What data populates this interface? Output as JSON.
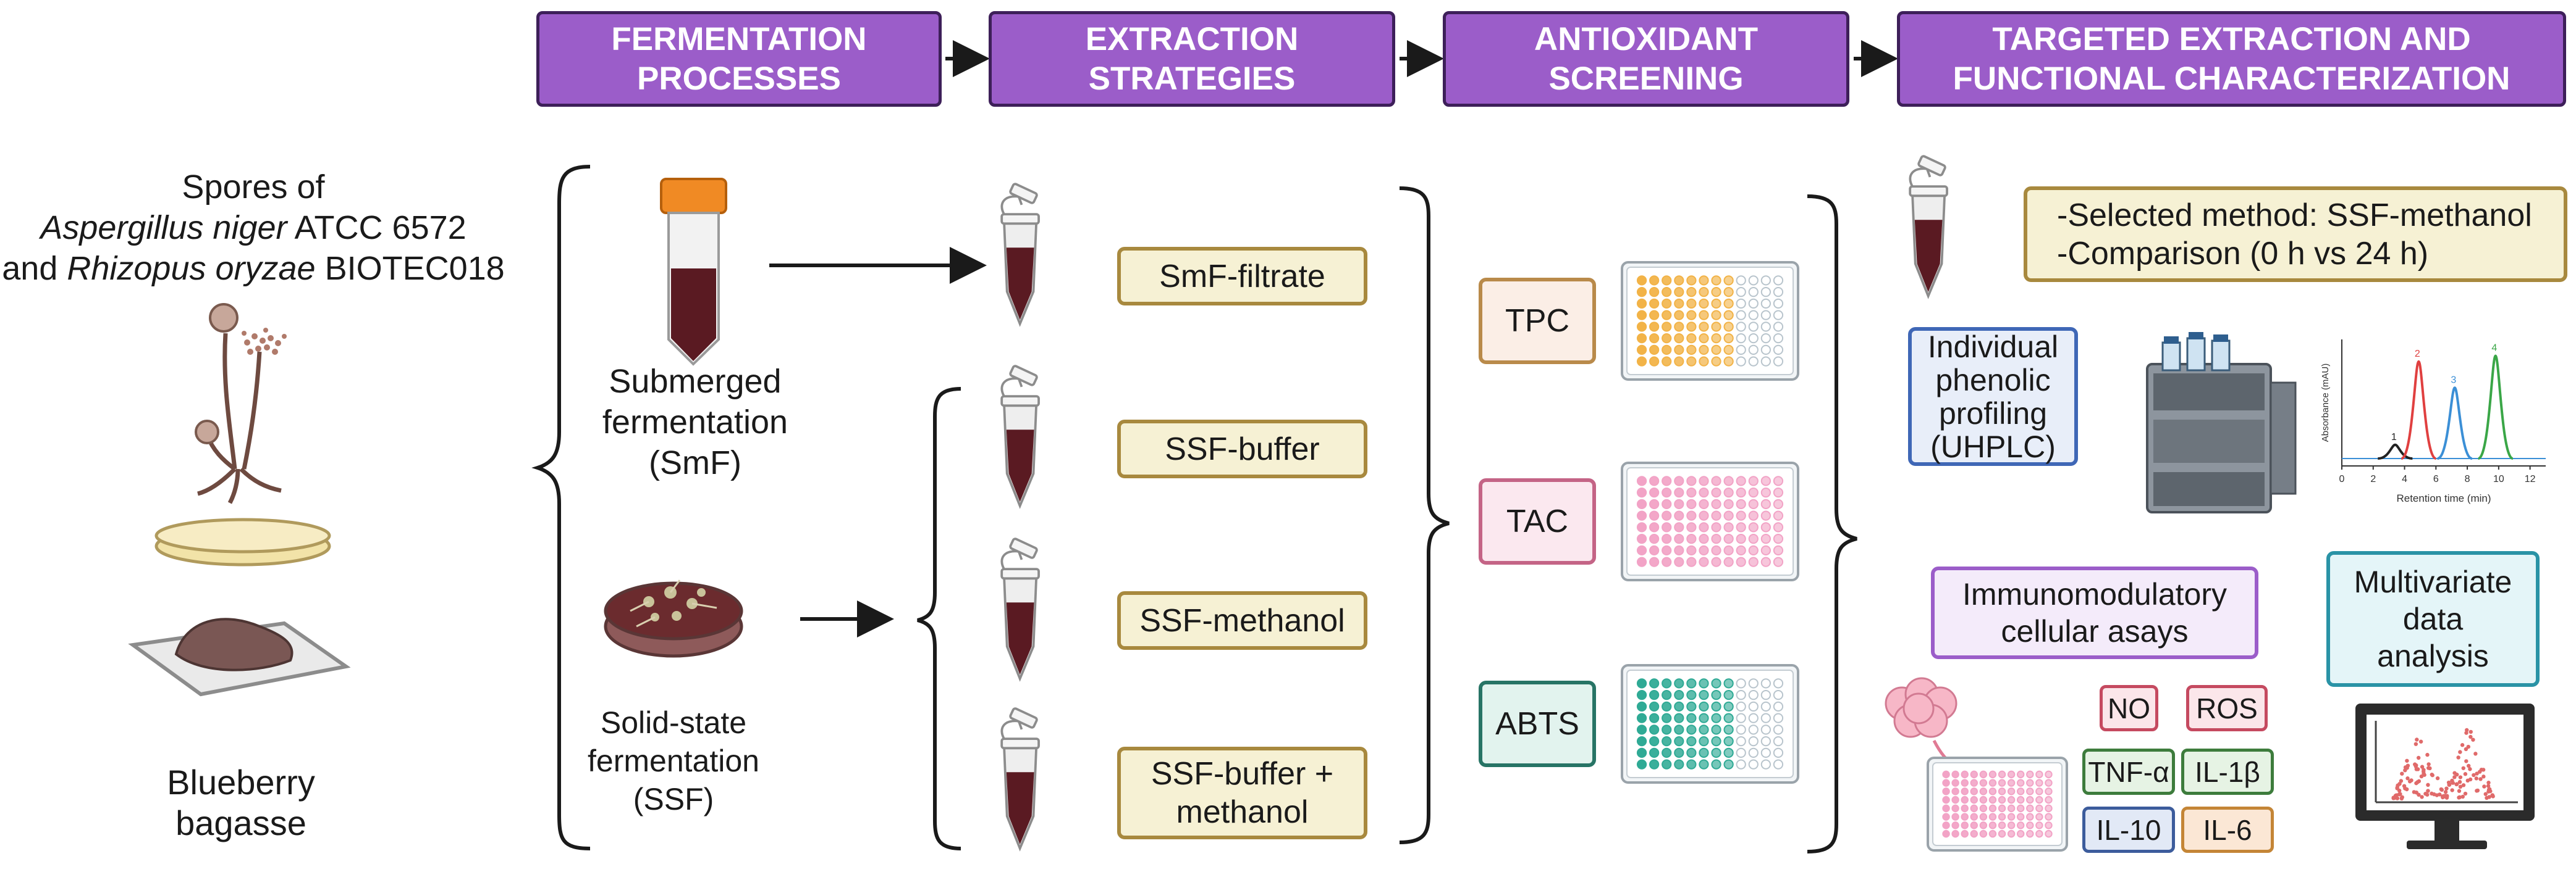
{
  "steps": [
    {
      "line1": "FERMENTATION",
      "line2": "PROCESSES"
    },
    {
      "line1": "EXTRACTION",
      "line2": "STRATEGIES"
    },
    {
      "line1": "ANTIOXIDANT",
      "line2": "SCREENING"
    },
    {
      "line1": "TARGETED EXTRACTION AND",
      "line2": "FUNCTIONAL CHARACTERIZATION"
    }
  ],
  "inputs": {
    "spores_line1": "Spores of",
    "spores_org1": "Aspergillus niger",
    "spores_strain1": " ATCC 6572",
    "spores_and": "and ",
    "spores_org2": "Rhizopus oryzae",
    "spores_strain2": " BIOTEC018",
    "substrate_line1": "Blueberry",
    "substrate_line2": "bagasse"
  },
  "fermentation": {
    "smf_line1": "Submerged",
    "smf_line2": "fermentation",
    "smf_line3": "(SmF)",
    "ssf_line1": "Solid-state",
    "ssf_line2": "fermentation",
    "ssf_line3": "(SSF)"
  },
  "extraction": [
    {
      "line1": "SmF-filtrate",
      "line2": ""
    },
    {
      "line1": "SSF-buffer",
      "line2": ""
    },
    {
      "line1": "SSF-methanol",
      "line2": ""
    },
    {
      "line1": "SSF-buffer +",
      "line2": "methanol"
    }
  ],
  "assays": [
    {
      "label": "TPC",
      "well_color": "#f2b347"
    },
    {
      "label": "TAC",
      "well_color": "#f2a3c6"
    },
    {
      "label": "ABTS",
      "well_color": "#2faa95"
    }
  ],
  "targeted": {
    "selected_line1": "-Selected method: SSF-methanol",
    "selected_line2": "-Comparison (0 h vs 24 h)",
    "uhplc": [
      "Individual",
      "phenolic",
      "profiling",
      "(UHPLC)"
    ],
    "immuno": [
      "Immunomodulatory",
      "cellular asays"
    ],
    "multivariate": [
      "Multivariate",
      "data",
      "analysis"
    ],
    "markers": [
      "NO",
      "ROS",
      "TNF-α",
      "IL-1β",
      "IL-10",
      "IL-6"
    ]
  },
  "chromatogram": {
    "xlabel": "Retention time (min)",
    "ylabel": "Absorbance (mAU)",
    "x_ticks": [
      "0",
      "2",
      "4",
      "6",
      "8",
      "10",
      "12"
    ],
    "peaks": [
      {
        "label": "1",
        "rt": 3.4,
        "height": 0.12,
        "color": "#222222"
      },
      {
        "label": "2",
        "rt": 4.9,
        "height": 0.85,
        "color": "#e04040"
      },
      {
        "label": "3",
        "rt": 7.2,
        "height": 0.62,
        "color": "#3b8fd6"
      },
      {
        "label": "4",
        "rt": 9.8,
        "height": 0.9,
        "color": "#3aa647"
      }
    ],
    "colors": {
      "black": "#222222",
      "red": "#e04040",
      "blue": "#3b8fd6",
      "green": "#3aa647"
    }
  },
  "palette": {
    "header_fill": "#9b5dc9",
    "tube_liquid": "#5a1a22",
    "cap_orange": "#f08a24"
  }
}
